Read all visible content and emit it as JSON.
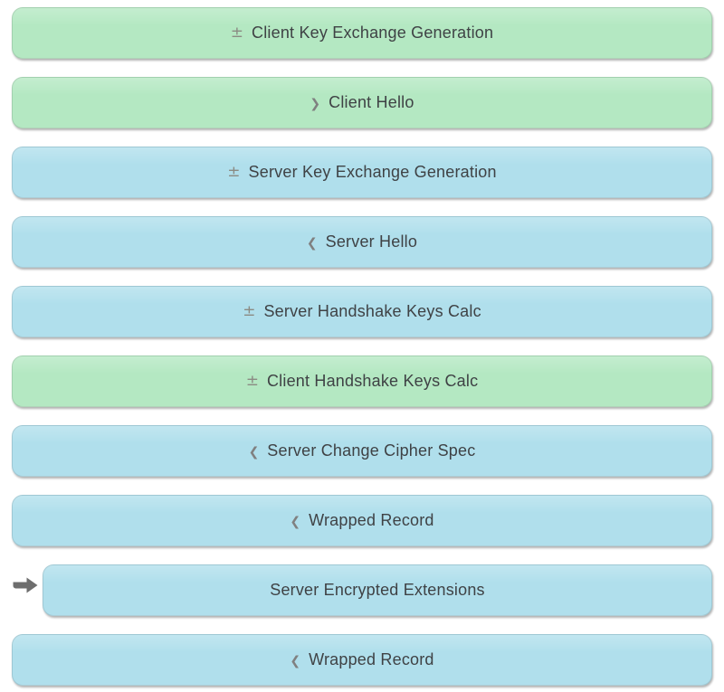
{
  "colors": {
    "client_bg": "#b4e8c2",
    "server_bg": "#b0dfec",
    "label_text": "#3f4245",
    "prefix_icon": "#8b8b83",
    "pointer_arrow": "#6e6e6e"
  },
  "record_list": {
    "rows": [
      {
        "label": "Client Key Exchange Generation",
        "prefix_glyph": "±",
        "icon": "plus-minus-icon",
        "side": "client",
        "indent": false,
        "pointer": false
      },
      {
        "label": "Client Hello",
        "prefix_glyph": "❯",
        "icon": "chevron-right-icon",
        "side": "client",
        "indent": false,
        "pointer": false
      },
      {
        "label": "Server Key Exchange Generation",
        "prefix_glyph": "±",
        "icon": "plus-minus-icon",
        "side": "server",
        "indent": false,
        "pointer": false
      },
      {
        "label": "Server Hello",
        "prefix_glyph": "❮",
        "icon": "chevron-left-icon",
        "side": "server",
        "indent": false,
        "pointer": false
      },
      {
        "label": "Server Handshake Keys Calc",
        "prefix_glyph": "±",
        "icon": "plus-minus-icon",
        "side": "server",
        "indent": false,
        "pointer": false
      },
      {
        "label": "Client Handshake Keys Calc",
        "prefix_glyph": "±",
        "icon": "plus-minus-icon",
        "side": "client",
        "indent": false,
        "pointer": false
      },
      {
        "label": "Server Change Cipher Spec",
        "prefix_glyph": "❮",
        "icon": "chevron-left-icon",
        "side": "server",
        "indent": false,
        "pointer": false
      },
      {
        "label": "Wrapped Record",
        "prefix_glyph": "❮",
        "icon": "chevron-left-icon",
        "side": "server",
        "indent": false,
        "pointer": false
      },
      {
        "label": "Server Encrypted Extensions",
        "prefix_glyph": "",
        "icon": null,
        "side": "server",
        "indent": true,
        "pointer": true
      },
      {
        "label": "Wrapped Record",
        "prefix_glyph": "❮",
        "icon": "chevron-left-icon",
        "side": "server",
        "indent": false,
        "pointer": false
      }
    ]
  }
}
